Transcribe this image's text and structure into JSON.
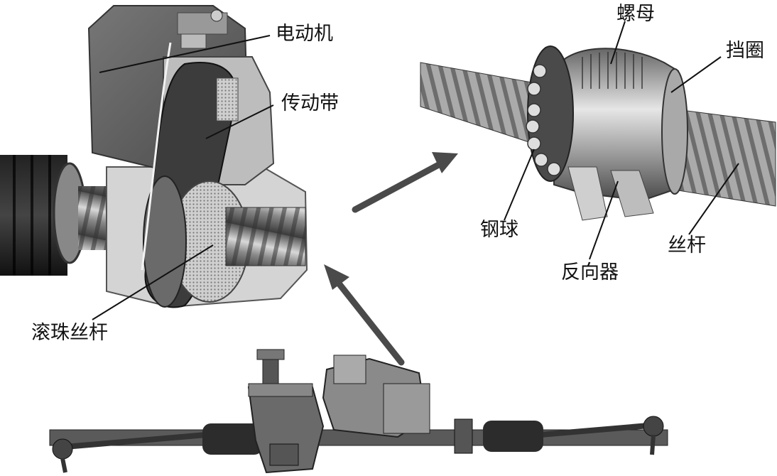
{
  "labels": {
    "motor": "电动机",
    "belt": "传动带",
    "ball_screw": "滚珠丝杆",
    "nut": "螺母",
    "retainer": "挡圈",
    "steel_ball": "钢球",
    "reverser": "反向器",
    "screw_shaft": "丝杆"
  },
  "colors": {
    "motor_housing": "#5a5a5a",
    "belt": "#3c3c3c",
    "steel": "#9a9a9a",
    "arrow": "#4a4a4a",
    "leader_line": "#111111"
  }
}
